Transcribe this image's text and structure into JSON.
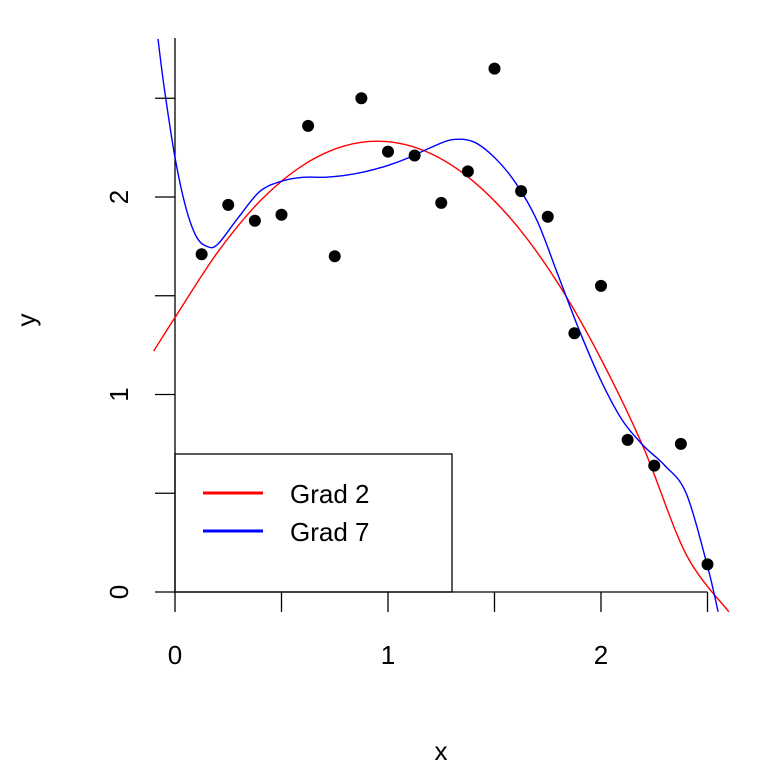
{
  "chart_data": {
    "type": "scatter",
    "title": "",
    "xlabel": "x",
    "ylabel": "y",
    "xlim": [
      -0.08,
      2.6
    ],
    "ylim": [
      -0.08,
      2.8
    ],
    "x_ticks": [
      0,
      1,
      2
    ],
    "y_ticks": [
      0,
      0.5,
      1,
      1.5,
      2,
      2.5
    ],
    "y_tick_labels": [
      "0",
      "",
      "1",
      "",
      "2",
      ""
    ],
    "points": {
      "x": [
        0.125,
        0.25,
        0.375,
        0.5,
        0.625,
        0.75,
        0.875,
        1.0,
        1.125,
        1.25,
        1.375,
        1.5,
        1.625,
        1.75,
        1.875,
        2.0,
        2.125,
        2.25,
        2.375,
        2.5
      ],
      "y": [
        1.71,
        1.96,
        1.88,
        1.91,
        2.36,
        1.7,
        2.5,
        2.23,
        2.21,
        1.97,
        2.13,
        2.65,
        2.03,
        1.9,
        1.31,
        1.55,
        0.77,
        0.64,
        0.75,
        0.14
      ],
      "color": "#000000"
    },
    "series": [
      {
        "name": "Grad 2",
        "color": "#ff0000",
        "x": [
          -0.1,
          0.0,
          0.2,
          0.4,
          0.6,
          0.8,
          1.0,
          1.2,
          1.4,
          1.6,
          1.8,
          2.0,
          2.2,
          2.4,
          2.6
        ],
        "y": [
          1.22,
          1.39,
          1.72,
          1.98,
          2.16,
          2.26,
          2.28,
          2.22,
          2.08,
          1.86,
          1.56,
          1.18,
          0.73,
          0.19,
          -0.1
        ]
      },
      {
        "name": "Grad 7",
        "color": "#0000ff",
        "x": [
          -0.08,
          -0.05,
          0.0,
          0.05,
          0.1,
          0.15,
          0.2,
          0.3,
          0.4,
          0.5,
          0.6,
          0.7,
          0.8,
          0.9,
          1.0,
          1.1,
          1.2,
          1.3,
          1.4,
          1.5,
          1.6,
          1.7,
          1.8,
          1.9,
          2.0,
          2.1,
          2.2,
          2.3,
          2.4,
          2.5,
          2.55
        ],
        "y": [
          2.8,
          2.55,
          2.2,
          1.95,
          1.8,
          1.75,
          1.76,
          1.9,
          2.03,
          2.08,
          2.1,
          2.1,
          2.11,
          2.13,
          2.16,
          2.2,
          2.25,
          2.29,
          2.28,
          2.2,
          2.07,
          1.88,
          1.6,
          1.32,
          1.07,
          0.87,
          0.74,
          0.64,
          0.5,
          0.13,
          -0.1
        ]
      }
    ],
    "legend": {
      "placement": "bottom-left",
      "entries": [
        "Grad 2",
        "Grad 7"
      ]
    },
    "grid": false
  }
}
